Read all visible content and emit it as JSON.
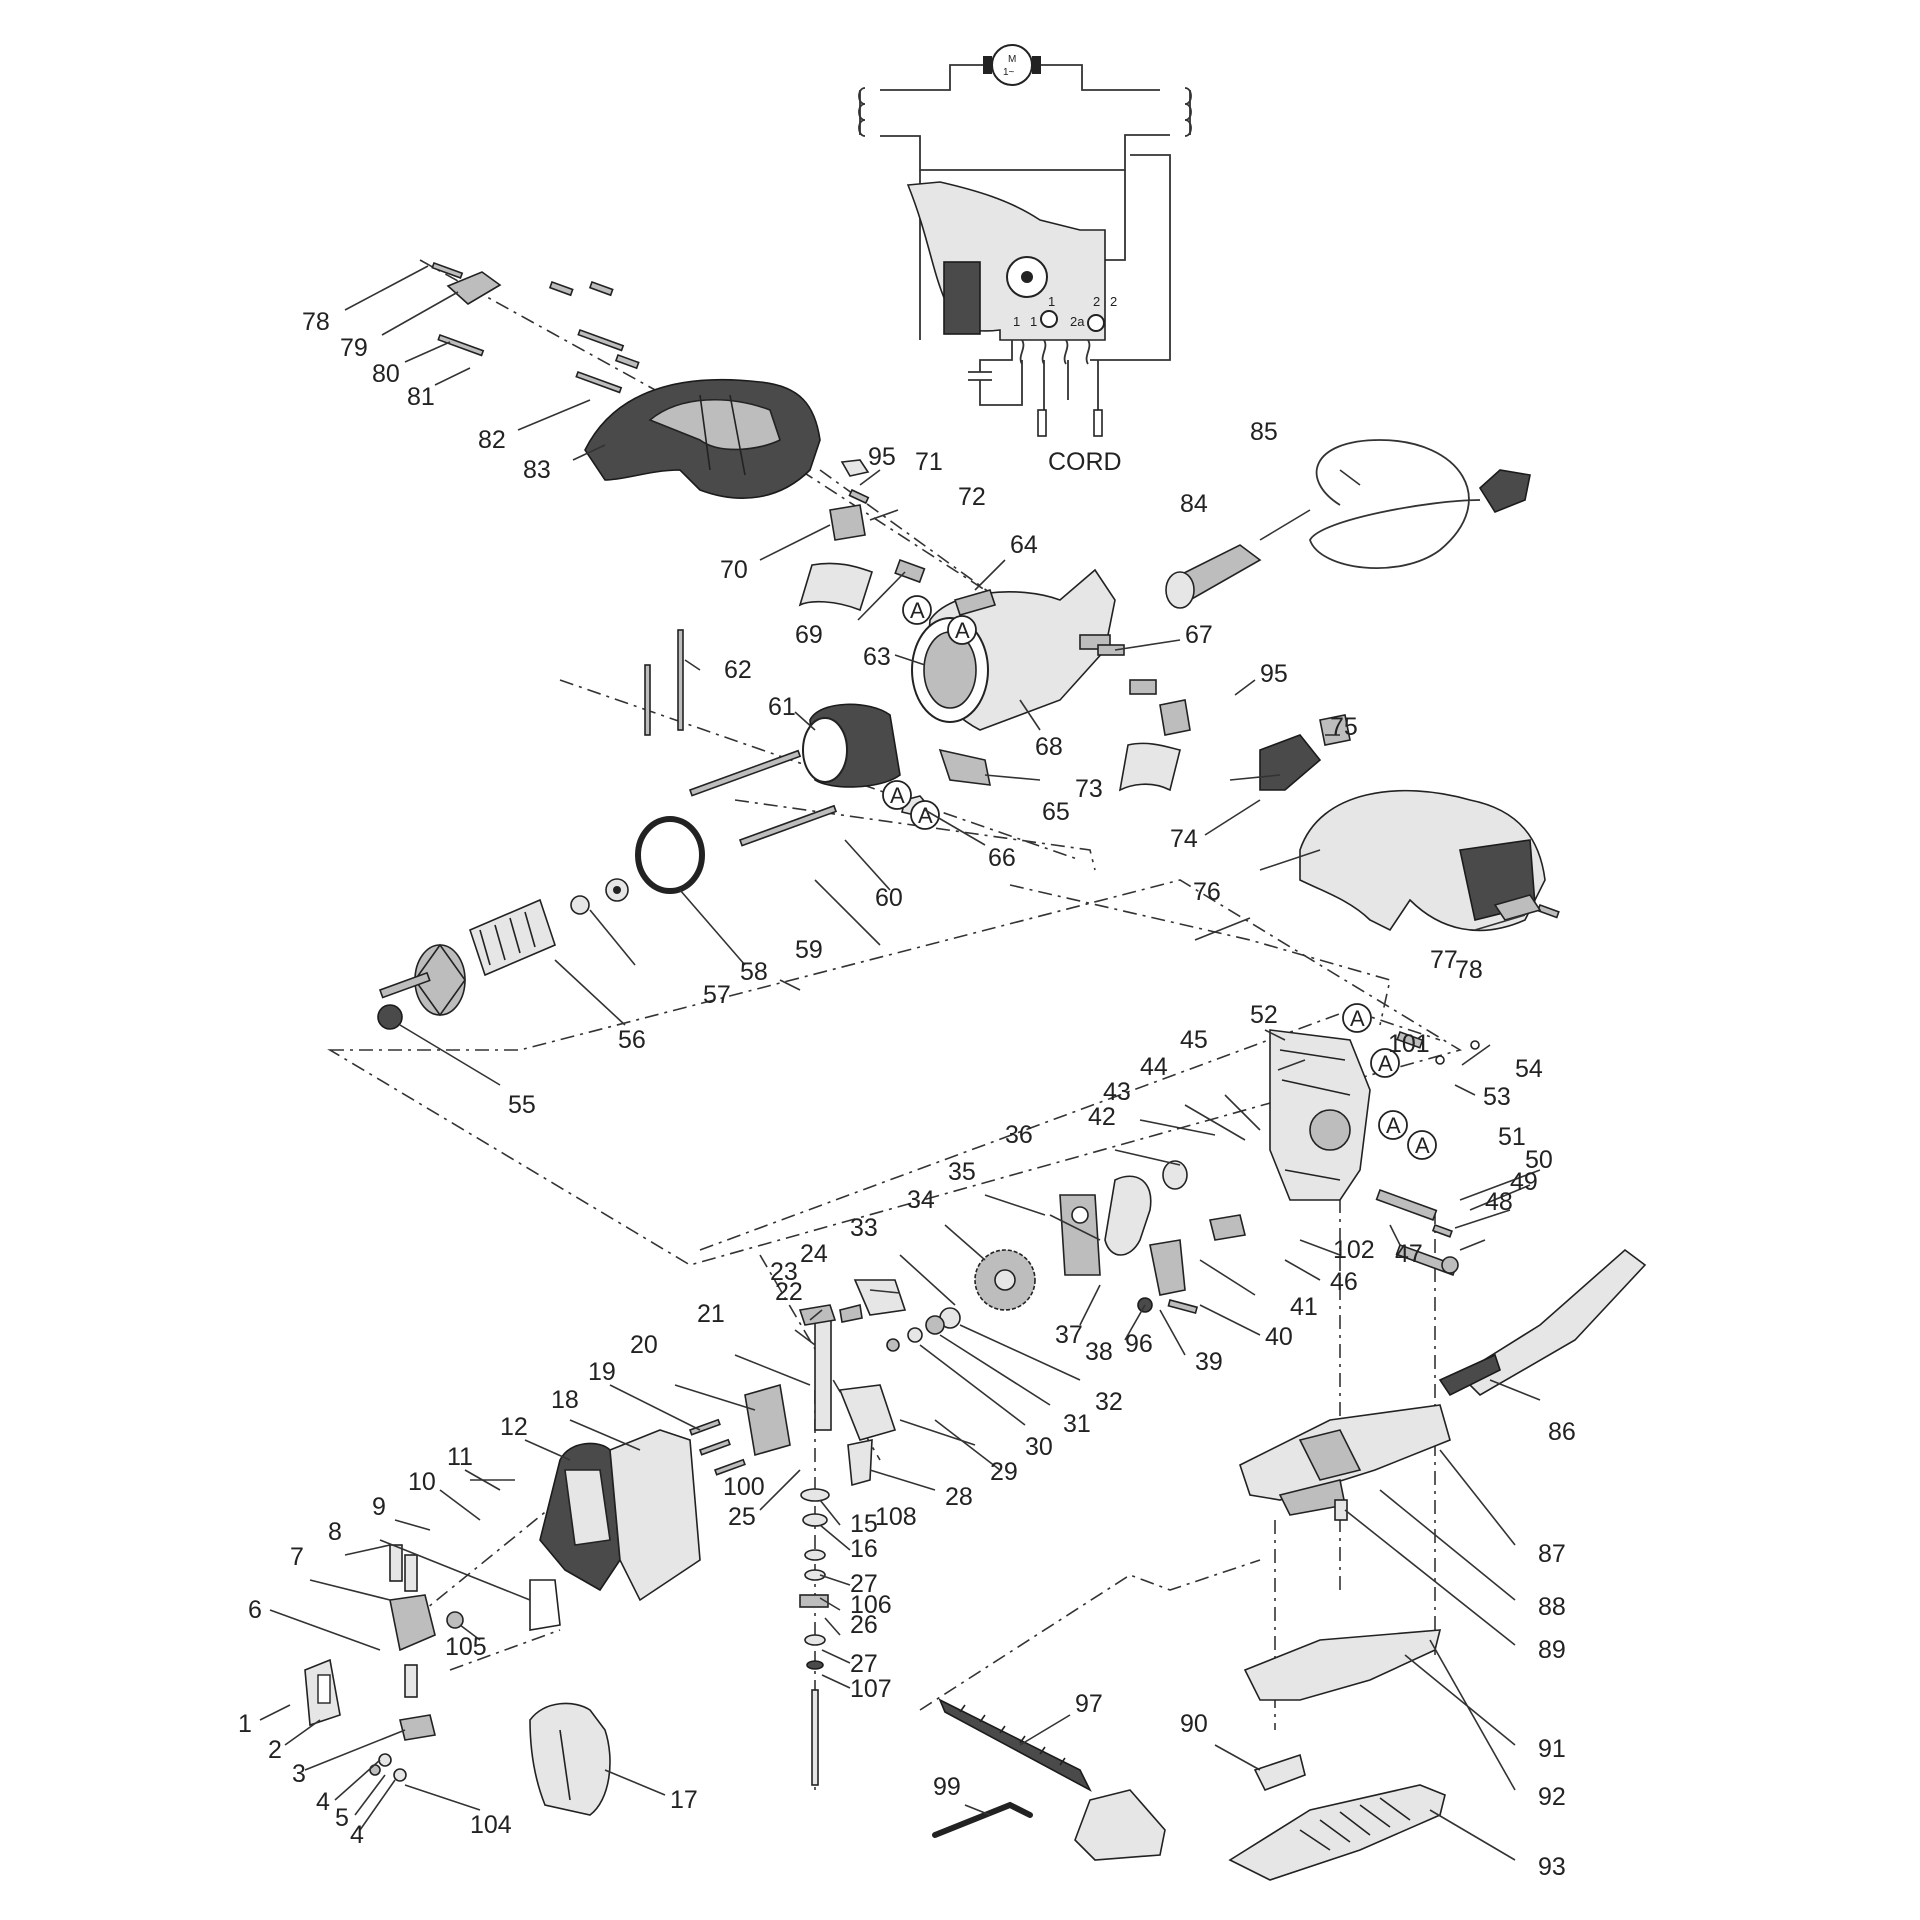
{
  "schematic": {
    "cord_label": "CORD",
    "motor_label": "M",
    "motor_sub": "1~",
    "terminals": [
      "1",
      "1",
      "1",
      "2a",
      "2",
      "2"
    ]
  },
  "section_marker": "A",
  "parts": [
    "1",
    "2",
    "3",
    "4",
    "5",
    "4",
    "6",
    "7",
    "8",
    "9",
    "10",
    "11",
    "12",
    "15",
    "16",
    "17",
    "18",
    "19",
    "20",
    "21",
    "22",
    "23",
    "24",
    "25",
    "26",
    "27",
    "106",
    "27",
    "107",
    "28",
    "29",
    "30",
    "31",
    "32",
    "33",
    "34",
    "35",
    "36",
    "37",
    "38",
    "39",
    "40",
    "41",
    "42",
    "43",
    "44",
    "45",
    "46",
    "47",
    "48",
    "49",
    "50",
    "51",
    "52",
    "53",
    "54",
    "55",
    "56",
    "57",
    "58",
    "59",
    "60",
    "61",
    "62",
    "63",
    "64",
    "65",
    "66",
    "67",
    "68",
    "69",
    "70",
    "71",
    "72",
    "73",
    "74",
    "75",
    "76",
    "77",
    "78",
    "78",
    "79",
    "80",
    "81",
    "82",
    "83",
    "84",
    "85",
    "86",
    "87",
    "88",
    "89",
    "90",
    "91",
    "92",
    "93",
    "95",
    "95",
    "96",
    "97",
    "99",
    "100",
    "101",
    "102",
    "104",
    "105",
    "108"
  ]
}
